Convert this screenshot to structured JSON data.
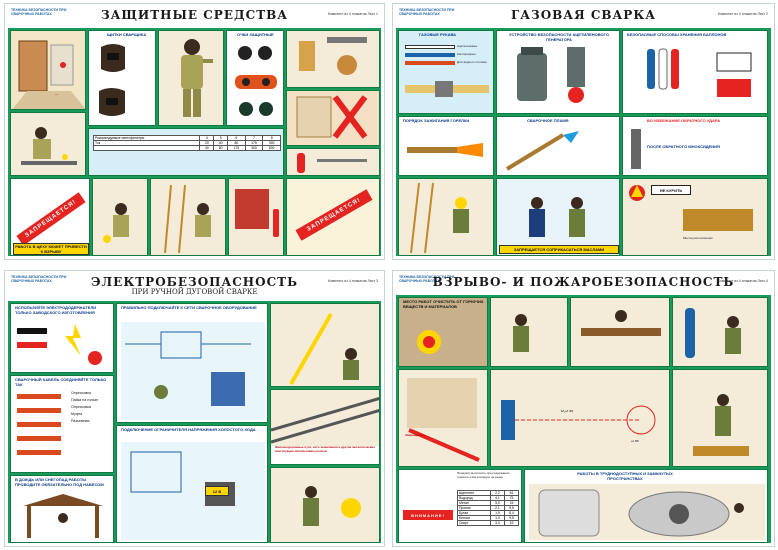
{
  "posters": {
    "protective": {
      "series": "Техника безопасности при сварочных работах",
      "sheet": "Комплект из 4 плакатов    Лист 1",
      "title": "Защитные средства",
      "labels": {
        "shields": "Щитки сварщика",
        "goggles": "Очки защитные",
        "prohibited_1": "Запрещается!",
        "prohibited_2": "Запрещается!",
        "explosion_note": "Работа в цеху может привести к взрыву"
      },
      "table": {
        "rows": [
          [
            "Рекомендуемые светофильтры",
            "4",
            "5",
            "6",
            "7",
            "8"
          ],
          [
            "Ток",
            "20",
            "40",
            "80",
            "175",
            "300"
          ],
          [
            "",
            "40",
            "80",
            "175",
            "300",
            "500"
          ]
        ]
      }
    },
    "gas": {
      "series": "Техника безопасности при сварочных работах",
      "sheet": "Комплект из 4 плакатов    Лист 2",
      "title": "Газовая сварка",
      "labels": {
        "hoses": "Газовые рукава",
        "acetylene": "Ацетиленовые",
        "oxygen": "Кислородные",
        "fuel": "Для жидкого топлива",
        "generator": "Устройство безопасности ацетиленового генератора",
        "storage": "Безопасные способы хранения баллонов",
        "fire_order": "Порядок зажигания горелки",
        "flame": "Сварочное пламя",
        "freeze": "Во избежание обратного удара",
        "reverse_strike": "После обратного мноксидения",
        "no_smoking": "Не курить",
        "location": "Места расположения",
        "forbidden_oil": "Запрещается соприкасаться маслами"
      },
      "colors": {
        "acetylene": "#ffffff",
        "oxygen": "#1d63a8",
        "fuel": "#d94a1e",
        "propane": "#e52321"
      }
    },
    "electric": {
      "series": "Техника безопасности при сварочных работах",
      "sheet": "Комплект из 4 плакатов    Лист 3",
      "title": "Электробезопасность",
      "subtitle": "при ручной дуговой сварке",
      "labels": {
        "holders": "Используйте электрододержатели только заводского изготовления",
        "connection": "Правильно подключайте к сети сварочное оборудование",
        "cable_joints": "Сварочный кабель соединяйте только так",
        "rain": "В дождь или снегопад работы проводите обязательно под навесом",
        "limiters": "Подключение ограничителя напряжения холостого хода",
        "railway": "Железнодорожные пути, сети заземления и другие металлические конструкции использовать нельзя",
        "voltage": "12 В"
      },
      "joints": [
        "Опрессовка",
        "Пайка на гильзе",
        "Опрессовка",
        "Муфта",
        "Разъемная"
      ]
    },
    "fire": {
      "series": "Техника безопасности при сварочных работах",
      "sheet": "Комплект из 4 плакатов    Лист 4",
      "title": "Взрыво- и пожаробезопасность",
      "labels": {
        "clean_place": "Место работ очистить от горючих веществ и материалов",
        "prohibited": "Запрещается",
        "attention": "Внимание!",
        "confined": "Работы в труднодоступных и замкнутых пространствах",
        "distance": "8,5 м",
        "radius": "5 м",
        "vent_note": "Продувку выполнять при содержании горючего газа в воздухе не выше"
      },
      "gases": [
        {
          "name": "Ацетилен",
          "min": "2,2",
          "max": "81"
        },
        {
          "name": "Водород",
          "min": "4,1",
          "max": "75"
        },
        {
          "name": "Метан",
          "min": "5,0",
          "max": "15"
        },
        {
          "name": "Пропан",
          "min": "2,1",
          "max": "9,5"
        },
        {
          "name": "Бутан",
          "min": "1,9",
          "max": "8,4"
        },
        {
          "name": "Бензол",
          "min": "1,4",
          "max": "9,5"
        },
        {
          "name": "Спирт",
          "min": "3,3",
          "max": "19"
        }
      ]
    }
  }
}
